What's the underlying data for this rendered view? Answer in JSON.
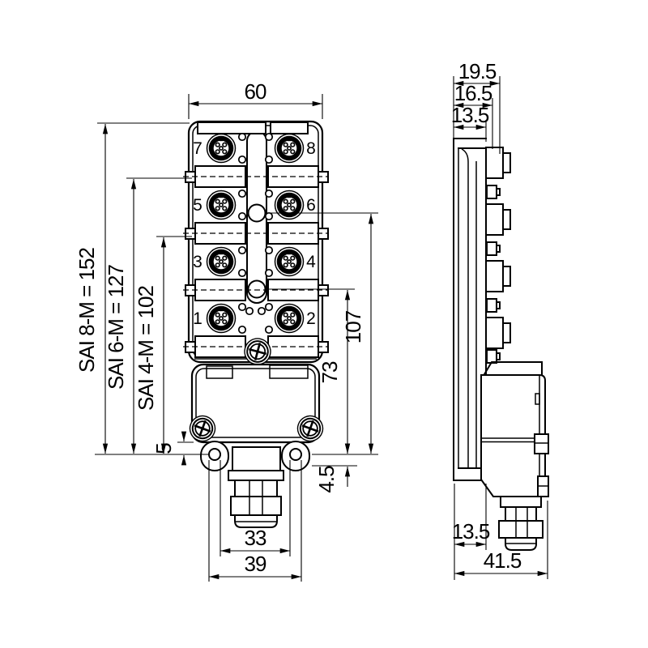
{
  "front_view": {
    "connector_numbers": [
      "7",
      "8",
      "5",
      "6",
      "3",
      "4",
      "1",
      "2"
    ],
    "dimensions": {
      "top_width": "60",
      "sai_8m": "SAI 8-M = 152",
      "sai_6m": "SAI 6-M = 127",
      "sai_4m": "SAI 4-M = 102",
      "flange_to_hole": "5",
      "upper_fixing_to_holes": "107",
      "lower_fixing_to_holes": "73",
      "hole_to_bottom": "4.5",
      "holes_inner_span": "33",
      "holes_outer_span": "39"
    }
  },
  "side_view": {
    "dimensions": {
      "depth_outer": "19.5",
      "depth_mid": "16.5",
      "depth_front": "13.5",
      "foot_depth": "13.5",
      "total_depth": "41.5"
    }
  }
}
